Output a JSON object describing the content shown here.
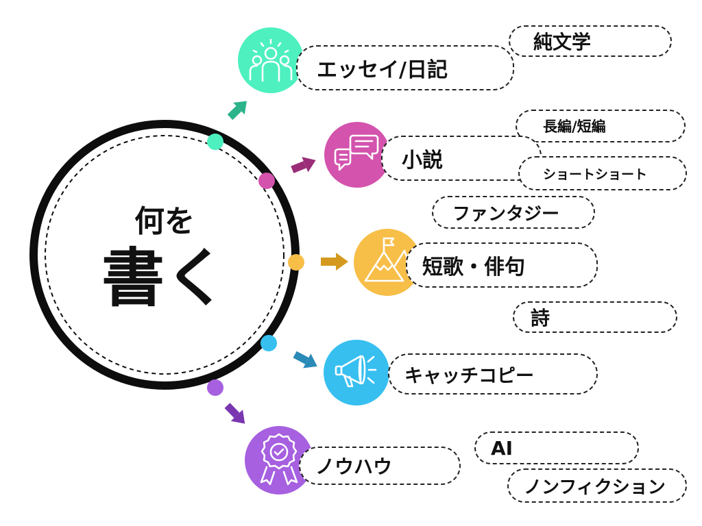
{
  "center": {
    "title_small": "何を",
    "title_large": "書く"
  },
  "colors": {
    "teal": "#4ef0c0",
    "teal_dark": "#2bb38a",
    "magenta": "#d353ad",
    "magenta_dark": "#9b2d78",
    "gold": "#f7be48",
    "gold_dark": "#d49a1f",
    "blue": "#37bff0",
    "blue_dark": "#2a8ab8",
    "purple": "#a660e0",
    "purple_dark": "#7a35b0",
    "ring": "#0d0d0d"
  },
  "branches": [
    {
      "id": "essay",
      "label": "エッセイ/日記",
      "icon": "people-icon",
      "color": "teal"
    },
    {
      "id": "novel",
      "label": "小説",
      "icon": "chat-bubbles-icon",
      "color": "magenta"
    },
    {
      "id": "tanka",
      "label": "短歌・俳句",
      "icon": "mountain-flag-icon",
      "color": "gold"
    },
    {
      "id": "copy",
      "label": "キャッチコピー",
      "icon": "megaphone-icon",
      "color": "blue"
    },
    {
      "id": "knowhow",
      "label": "ノウハウ",
      "icon": "award-badge-icon",
      "color": "purple"
    }
  ],
  "tags": {
    "junbungaku": "純文学",
    "chouhen": "長編/短編",
    "shortshort": "ショートショート",
    "fantasy": "ファンタジー",
    "poem": "詩",
    "ai": "AI",
    "nonfiction": "ノンフィクション"
  }
}
